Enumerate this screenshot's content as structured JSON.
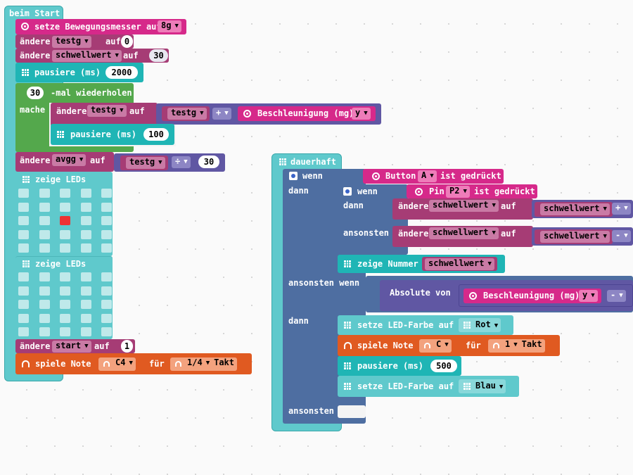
{
  "colors": {
    "basic": "#1fb5b5",
    "led": "#5fc9cc",
    "input": "#d6298a",
    "variables": "#a63c75",
    "math": "#6057a3",
    "loops": "#54a84c",
    "logic": "#4e6ea1",
    "music": "#e05a21"
  },
  "icons": [
    "grid-icon",
    "target-icon",
    "gear-icon",
    "headphones-icon"
  ],
  "start_block": {
    "header": "beim Start",
    "set_accel": {
      "label": "setze Bewegungsmesser auf",
      "value": "8g"
    },
    "change_testg": {
      "label": "ändere",
      "var": "testg",
      "auf": "auf",
      "value": "0"
    },
    "change_threshold": {
      "label": "ändere",
      "var": "schwellwert",
      "auf": "auf",
      "value": "30"
    },
    "pause1": {
      "label": "pausiere (ms)",
      "value": "2000"
    },
    "repeat": {
      "times": "30",
      "label": "-mal wiederholen",
      "do": "mache",
      "change": {
        "label": "ändere",
        "var": "testg",
        "auf": "auf",
        "lhs_var": "testg",
        "op": "+",
        "accel_label": "Beschleunigung (mg)",
        "axis": "y"
      },
      "pause": {
        "label": "pausiere (ms)",
        "value": "100"
      }
    },
    "change_avgg": {
      "label": "ändere",
      "var": "avgg",
      "auf": "auf",
      "lhs_var": "testg",
      "op": "÷",
      "value": "30"
    },
    "show_leds1": {
      "label": "zeige LEDs"
    },
    "show_leds2": {
      "label": "zeige LEDs"
    },
    "change_start": {
      "label": "ändere",
      "var": "start",
      "auf": "auf",
      "value": "1"
    },
    "play_note": {
      "label": "spiele Note",
      "note": "C4",
      "for": "für",
      "beat": "1/4",
      "takt": "Takt"
    }
  },
  "forever_block": {
    "header": "dauerhaft",
    "if_label": "wenn",
    "then_label": "dann",
    "else_label": "ansonsten",
    "elseif_label": "ansonsten wenn",
    "button": {
      "label": "Button",
      "value": "A",
      "suffix": "ist gedrückt"
    },
    "inner_if": {
      "if_label": "wenn",
      "then_label": "dann",
      "else_label": "ansonsten",
      "pin": {
        "label": "Pin",
        "value": "P2",
        "suffix": "ist gedrückt"
      },
      "then_change": {
        "label": "ändere",
        "var": "schwellwert",
        "auf": "auf",
        "rhs_var": "schwellwert",
        "op": "+"
      },
      "else_change": {
        "label": "ändere",
        "var": "schwellwert",
        "auf": "auf",
        "rhs_var": "schwellwert",
        "op": "-"
      }
    },
    "show_number": {
      "label": "zeige Nummer",
      "var": "schwellwert"
    },
    "abs": {
      "label": "Absolute von",
      "accel_label": "Beschleunigung (mg)",
      "axis": "y",
      "op": "-"
    },
    "set_led_red": {
      "label": "setze LED-Farbe auf",
      "color": "Rot"
    },
    "play_note": {
      "label": "spiele Note",
      "note": "C",
      "for": "für",
      "beat": "1",
      "takt": "Takt"
    },
    "pause": {
      "label": "pausiere (ms)",
      "value": "500"
    },
    "set_led_blue": {
      "label": "setze LED-Farbe auf",
      "color": "Blau"
    }
  }
}
